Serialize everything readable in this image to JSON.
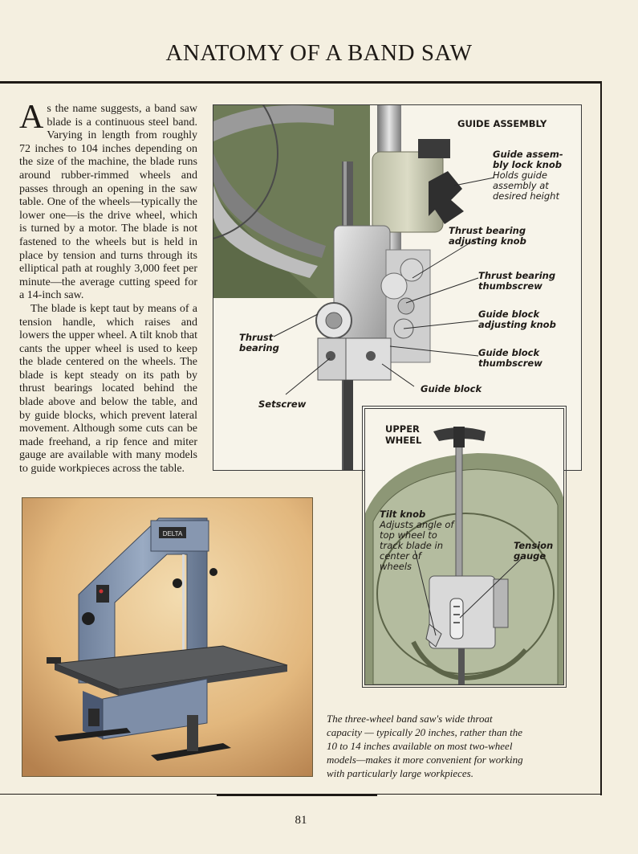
{
  "title": "ANATOMY OF A BAND SAW",
  "body": {
    "dropcap": "A",
    "paragraph1": "s the name suggests, a band saw blade is a continuous steel band. Varying in length from roughly 72 inches to 104 inches depending on the size of the machine, the blade runs around rubber-rimmed wheels and passes through an opening in the saw table. One of the wheels—typically the lower one—is the drive wheel, which is turned by a motor. The blade is not fastened to the wheels but is held in place by tension and turns through its elliptical path at roughly 3,000 feet per minute—the average cutting speed for a 14-inch saw.",
    "paragraph2": "The blade is kept taut by means of a tension handle, which raises and lowers the upper wheel. A tilt knob that cants the upper wheel is used to keep the blade centered on the wheels. The blade is kept steady on its path by thrust bearings located behind the blade above and below the table, and by guide blocks, which prevent lateral movement. Although some cuts can be made freehand, a rip fence and miter gauge are available with many models to guide workpieces across the table."
  },
  "guide_assembly": {
    "heading": "GUIDE ASSEMBLY",
    "lock_knob_label": "Guide assem-bly lock knob",
    "lock_knob_desc": "Holds guide assembly at desired height",
    "thrust_adjust": "Thrust bearing adjusting knob",
    "thrust_thumb": "Thrust bearing thumbscrew",
    "block_adjust": "Guide block adjusting knob",
    "block_thumb": "Guide block thumbscrew",
    "thrust_bearing": "Thrust bearing",
    "setscrew": "Setscrew",
    "guide_block": "Guide block"
  },
  "upper_wheel": {
    "heading_line1": "UPPER",
    "heading_line2": "WHEEL",
    "tilt_label": "Tilt knob",
    "tilt_desc": "Adjusts angle of top wheel to track blade in center of wheels",
    "tension_label": "Tension gauge"
  },
  "photo": {
    "brand": "DELTA"
  },
  "caption": "The three-wheel band saw's wide throat capacity — typically 20 inches, rather than the 10 to 14 inches available on most two-wheel models—makes it more convenient for working with particularly large workpieces.",
  "page_number": "81"
}
